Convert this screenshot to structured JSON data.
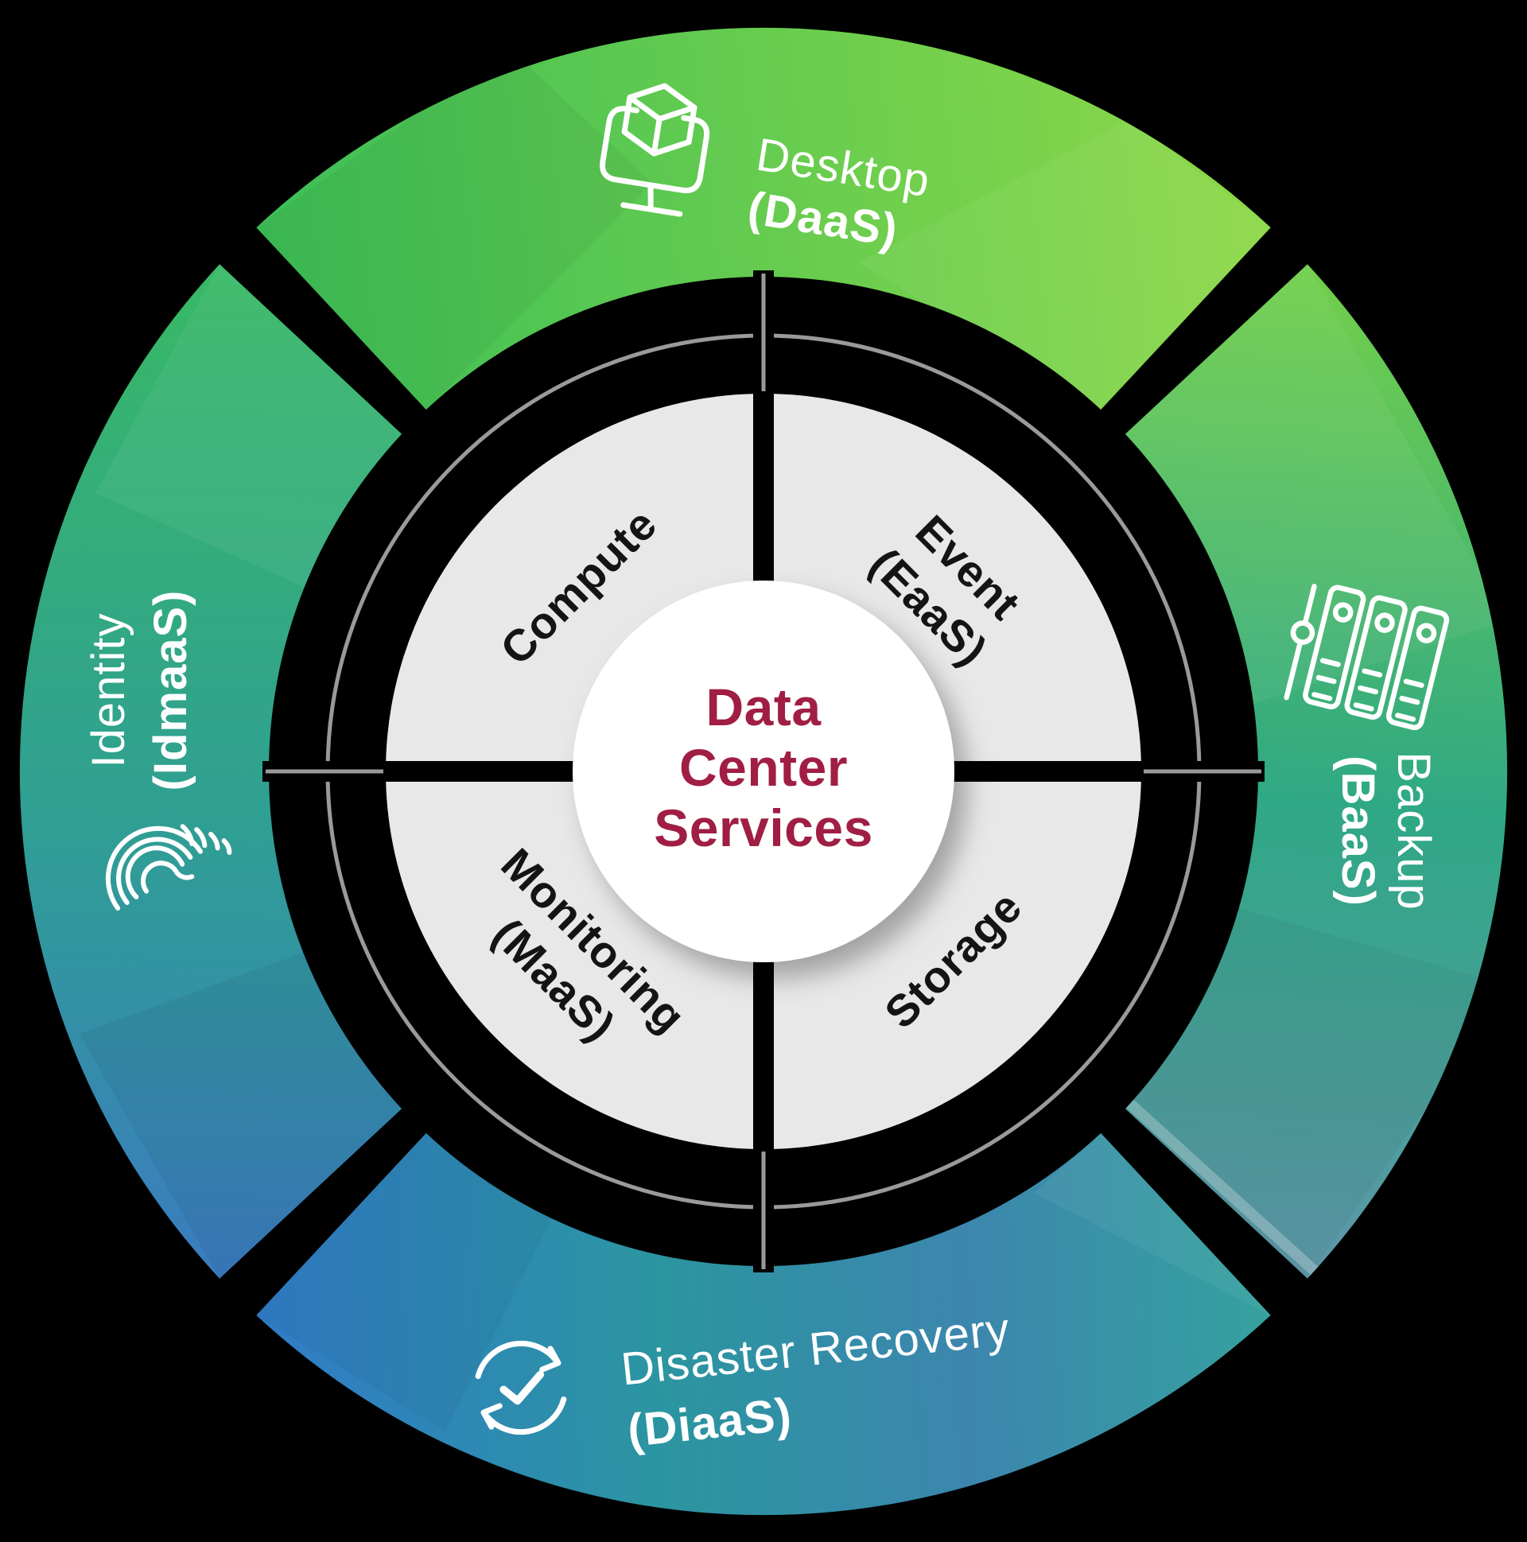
{
  "title": "Data Center Services",
  "center": {
    "lines": [
      "Data",
      "Center",
      "Services"
    ]
  },
  "inner_ring": {
    "compute": {
      "label": "Compute"
    },
    "event": {
      "label": "Event",
      "abbr": "(EaaS)"
    },
    "monitoring": {
      "label": "Monitoring",
      "abbr": "(MaaS)"
    },
    "storage": {
      "label": "Storage"
    }
  },
  "outer_ring": {
    "desktop": {
      "label": "Desktop",
      "abbr": "(DaaS)",
      "icon": "desktop-cube-icon"
    },
    "backup": {
      "label": "Backup",
      "abbr": "(BaaS)",
      "icon": "backup-servers-icon"
    },
    "disaster_recovery": {
      "label": "Disaster Recovery",
      "abbr": "(DiaaS)",
      "icon": "sync-check-icon"
    },
    "identity": {
      "label": "Identity",
      "abbr": "(IdmaaS)",
      "icon": "fingerprint-icon"
    }
  },
  "colors": {
    "background": "#000000",
    "center_text": "#a01e44",
    "center_circle": "#ffffff",
    "quadrant_fill": "#e8e8e8",
    "quadrant_text": "#141414",
    "ring_label_text": "#ffffff",
    "divider_gray": "#9a9a9a",
    "desktop_gradient": [
      "#3cbf57",
      "#8ed847"
    ],
    "backup_gradient": [
      "#6fce4c",
      "#2fa885",
      "#5e97a9"
    ],
    "disaster_gradient": [
      "#35a19e",
      "#3c86ae",
      "#2b95a0",
      "#307cc7"
    ],
    "identity_gradient": [
      "#3a7cc0",
      "#2f9f93",
      "#38b966"
    ]
  }
}
